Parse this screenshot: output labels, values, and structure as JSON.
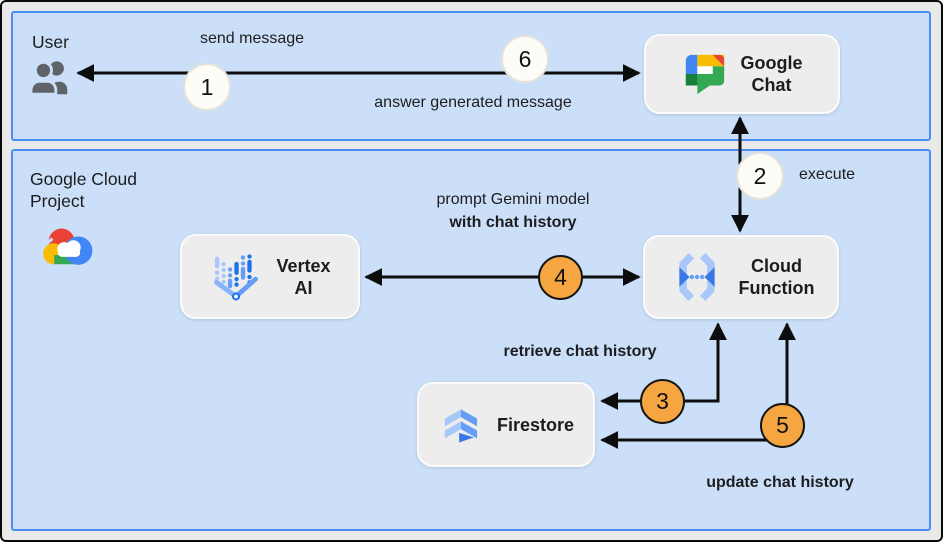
{
  "panels": {
    "user_zone": {
      "label": "User"
    },
    "cloud_zone": {
      "label_line1": "Google Cloud",
      "label_line2": "Project"
    }
  },
  "nodes": {
    "google_chat": {
      "line1": "Google",
      "line2": "Chat",
      "icon": "google-chat-icon"
    },
    "vertex_ai": {
      "line1": "Vertex",
      "line2": "AI",
      "icon": "vertex-ai-icon"
    },
    "cloud_function": {
      "line1": "Cloud",
      "line2": "Function",
      "icon": "cloud-functions-icon"
    },
    "firestore": {
      "line1": "Firestore",
      "icon": "firestore-icon"
    }
  },
  "edge_labels": {
    "send_message": "send message",
    "answer_generated": "answer generated message",
    "execute": "execute",
    "prompt_line1": "prompt Gemini model",
    "prompt_line2": "with chat history",
    "retrieve": "retrieve chat history",
    "update": "update chat history"
  },
  "steps": {
    "s1": "1",
    "s2": "2",
    "s3": "3",
    "s4": "4",
    "s5": "5",
    "s6": "6"
  },
  "icons": {
    "user": "users-icon",
    "cloud_project": "google-cloud-icon"
  },
  "colors": {
    "panel_fill": "#cbdff9",
    "panel_border": "#4a8cf2",
    "outer_bg": "#e9e9e9",
    "outer_border": "#0a0a0a",
    "node_fill": "#ededed",
    "node_border": "#fbfbfb",
    "arrow": "#0d0d0d",
    "step_white_fill": "#fdfcf7",
    "step_orange_fill": "#f6a640",
    "text": "#202124",
    "google_blue": "#4285f4",
    "google_red": "#ea4335",
    "google_yellow": "#fbbc04",
    "google_green": "#34a853",
    "google_green_dark": "#188038",
    "blue_light": "#a8c7fa",
    "blue_mid": "#669df6",
    "blue_dark": "#3b78e7",
    "icon_gray": "#5f6368"
  }
}
